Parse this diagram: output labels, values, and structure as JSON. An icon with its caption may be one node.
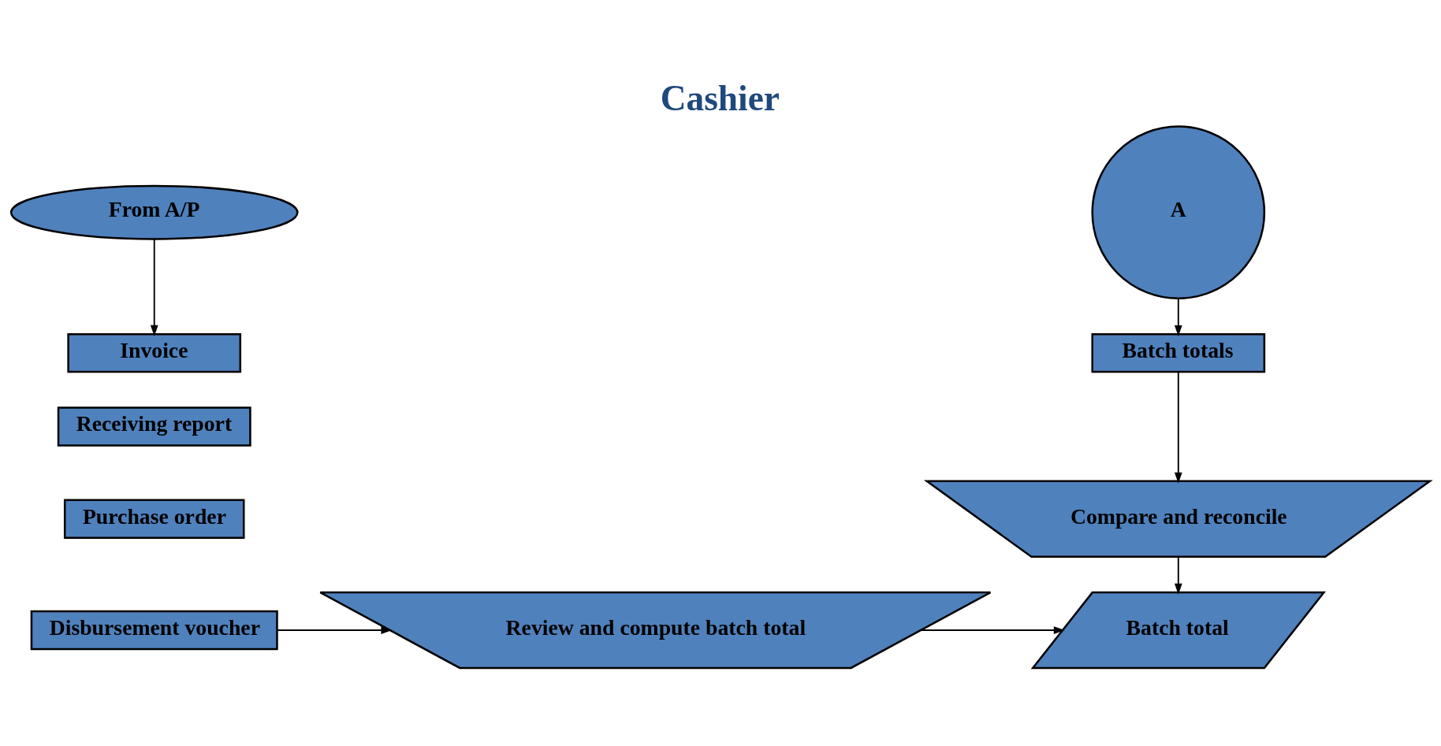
{
  "diagram": {
    "title": "Cashier",
    "nodes": [
      {
        "text": [
          "From A/P"
        ]
      },
      {
        "text": [
          "Invoice"
        ]
      },
      {
        "text": [
          "Receiving report"
        ]
      },
      {
        "text": [
          "Purchase order"
        ]
      },
      {
        "text": [
          "Disbursement voucher"
        ]
      },
      {
        "text": [
          "Review and compute batch total"
        ]
      },
      {
        "text": [
          "A"
        ]
      },
      {
        "text": [
          "Batch totals"
        ]
      },
      {
        "text": [
          "Compare and reconcile"
        ]
      },
      {
        "text": [
          "Batch total"
        ]
      }
    ],
    "edges": [
      {
        "from": 0,
        "to": 1,
        "arrow": "to"
      },
      {
        "from": 4,
        "to": 5,
        "arrow": "to"
      },
      {
        "from": 5,
        "to": 9,
        "arrow": "to"
      },
      {
        "from": 6,
        "to": 7,
        "arrow": "to"
      },
      {
        "from": 7,
        "to": 8,
        "arrow": "to"
      },
      {
        "from": 8,
        "to": 9,
        "arrow": "to"
      }
    ]
  }
}
